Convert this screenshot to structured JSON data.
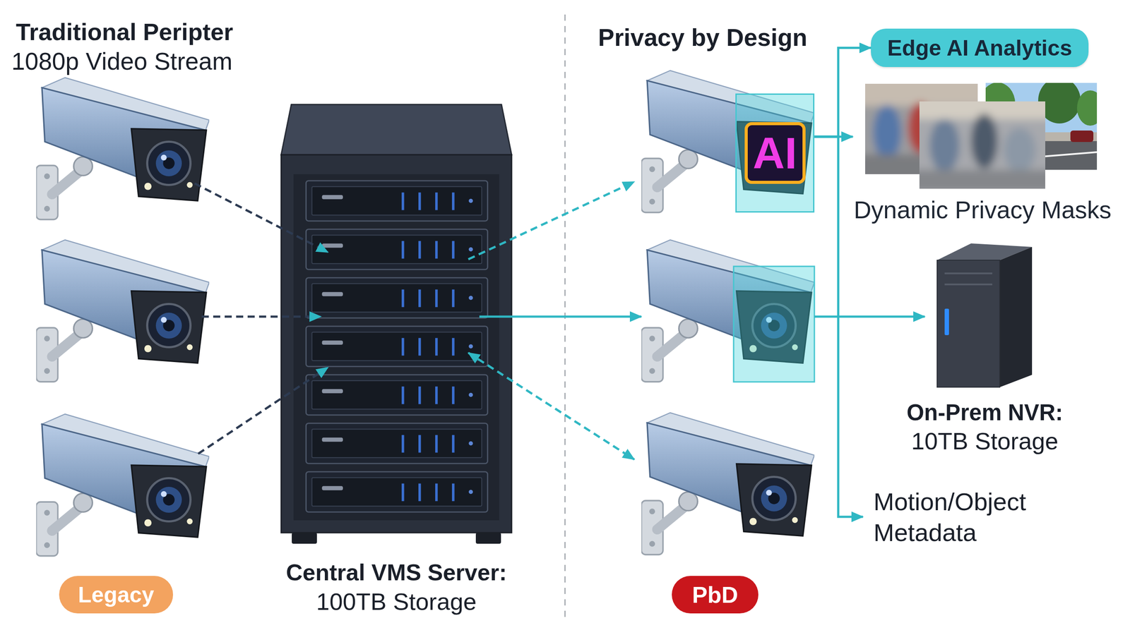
{
  "diagram": {
    "nodes": [
      {
        "text": [
          "Central VMS Server:",
          "100TB Storage"
        ]
      },
      {
        "text": [
          "AI"
        ]
      },
      {
        "text": [
          "Edge AI Analytics"
        ]
      },
      {
        "text": [
          "Dynamic Privacy Masks"
        ]
      },
      {
        "text": [
          "On-Prem NVR:",
          "10TB Storage"
        ]
      },
      {
        "text": [
          "Legacy"
        ]
      },
      {
        "text": [
          "PbD"
        ]
      }
    ],
    "edges": [
      {
        "from": 1,
        "to": 2,
        "arrow": "to"
      },
      {
        "from": 1,
        "to": 3,
        "arrow": "to"
      },
      {
        "from": 1,
        "to": 4,
        "arrow": "to"
      }
    ],
    "labels": [
      "Traditional Peripter",
      "1080p Video Stream",
      "Privacy by Design",
      "Motion/Object Metadata"
    ]
  }
}
